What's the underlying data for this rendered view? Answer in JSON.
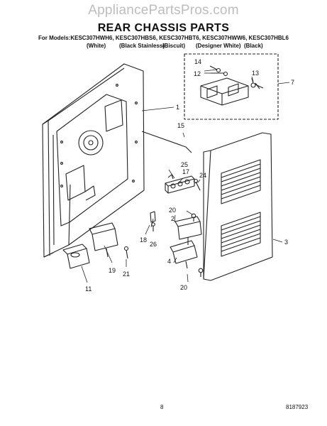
{
  "watermark": "AppliancePartsPros.com",
  "title": "REAR CHASSIS PARTS",
  "models_line": "For Models:KESC307HWH6, KESC307HBS6, KESC307HBT6, KESC307HWW6, KESC307HBL6",
  "colors": [
    "(White)",
    "(Black Stainless)",
    "(Biscuit)",
    "(Designer White)",
    "(Black)"
  ],
  "callouts": [
    "1",
    "2",
    "3",
    "4",
    "7",
    "11",
    "12",
    "13",
    "14",
    "15",
    "17",
    "18",
    "19",
    "20",
    "20",
    "21",
    "24",
    "25",
    "26"
  ],
  "footer": {
    "page": "8",
    "doc_number": "8187923"
  }
}
